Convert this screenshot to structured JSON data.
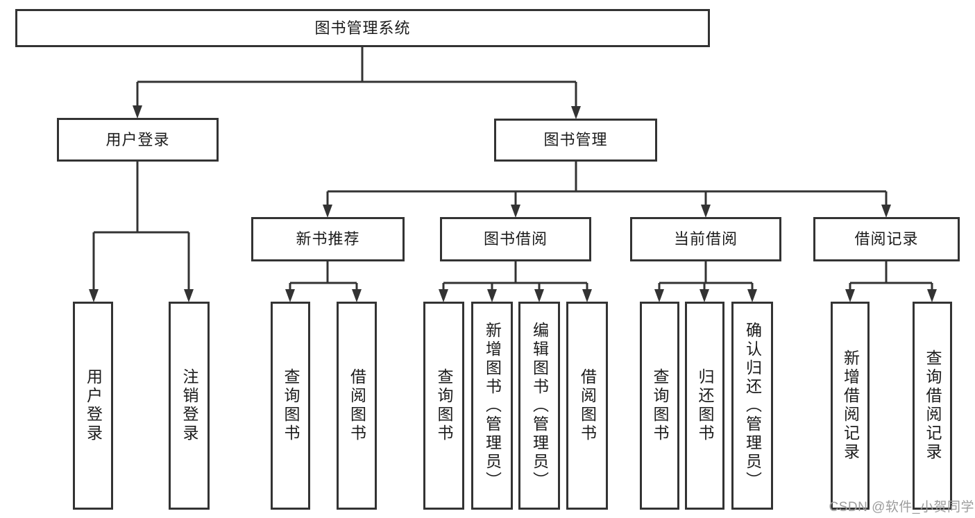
{
  "diagram": {
    "root": {
      "label": "图书管理系统"
    },
    "level1": [
      {
        "label": "用户登录"
      },
      {
        "label": "图书管理"
      }
    ],
    "level2": [
      {
        "label": "新书推荐"
      },
      {
        "label": "图书借阅"
      },
      {
        "label": "当前借阅"
      },
      {
        "label": "借阅记录"
      }
    ],
    "leaves": [
      {
        "label": "用户登录"
      },
      {
        "label": "注销登录"
      },
      {
        "label": "查询图书"
      },
      {
        "label": "借阅图书"
      },
      {
        "label": "查询图书"
      },
      {
        "label": "新增图书（管理员）"
      },
      {
        "label": "编辑图书（管理员）"
      },
      {
        "label": "借阅图书"
      },
      {
        "label": "查询图书"
      },
      {
        "label": "归还图书"
      },
      {
        "label": "确认归还（管理员）"
      },
      {
        "label": "新增借阅记录"
      },
      {
        "label": "查询借阅记录"
      }
    ],
    "colors": {
      "line": "#333333",
      "box_border": "#333333",
      "text": "#1b1b1b",
      "watermark": "#9c9c9c"
    },
    "watermark": "CSDN @软件_小贺同学"
  }
}
